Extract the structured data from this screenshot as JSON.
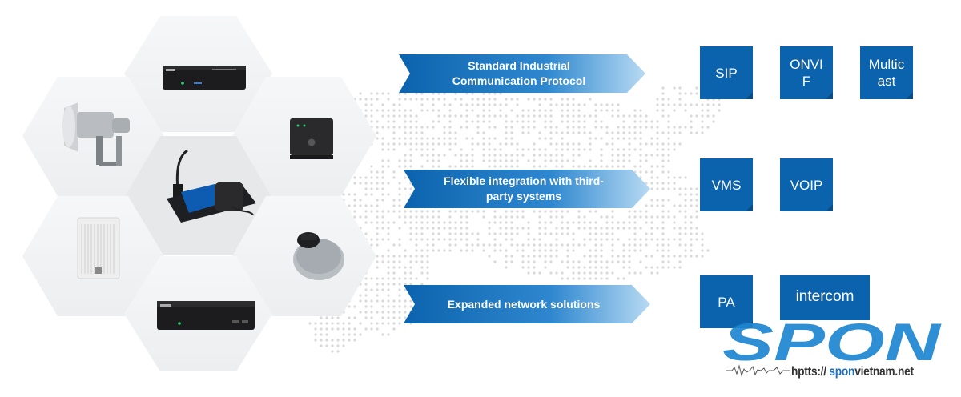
{
  "protocols": [
    {
      "title": "Standard Industrial Communication Protocol",
      "items": [
        "SIP",
        "ONVIF",
        "Multicast"
      ]
    },
    {
      "title": "Flexible integration with third-party systems",
      "items": [
        "VMS",
        "VOIP"
      ]
    },
    {
      "title": "Expanded network solutions",
      "items": [
        "PA",
        "intercom"
      ]
    }
  ],
  "arrow_labels": [
    {
      "line1": "Standard Industrial",
      "line2": "Communication Protocol"
    },
    {
      "line1": "Flexible integration with third-",
      "line2": "party systems"
    },
    {
      "line1": "Expanded network solutions",
      "line2": ""
    }
  ],
  "box_labels": [
    {
      "line1": "SIP",
      "line2": ""
    },
    {
      "line1": "ONVI",
      "line2": "F"
    },
    {
      "line1": "Multic",
      "line2": "ast"
    },
    {
      "line1": "VMS",
      "line2": ""
    },
    {
      "line1": "VOIP",
      "line2": ""
    },
    {
      "line1": "PA",
      "line2": ""
    },
    {
      "line1": "intercom",
      "line2": ""
    }
  ],
  "products": [
    {
      "name": "network-amplifier-top-icon"
    },
    {
      "name": "horn-speaker-icon"
    },
    {
      "name": "wall-panel-icon"
    },
    {
      "name": "paging-console-icon"
    },
    {
      "name": "wall-speaker-icon"
    },
    {
      "name": "ceiling-speaker-icon"
    },
    {
      "name": "network-amplifier-bottom-icon"
    }
  ],
  "brand": {
    "logo": "SPON",
    "url_prefix": "hptts:// ",
    "url_accent": "spon",
    "url_suffix": "vietnam.net"
  },
  "colors": {
    "accent": "#0b63ad",
    "arrow_light": "#8ec5ec",
    "logo": "#1d86d1"
  }
}
